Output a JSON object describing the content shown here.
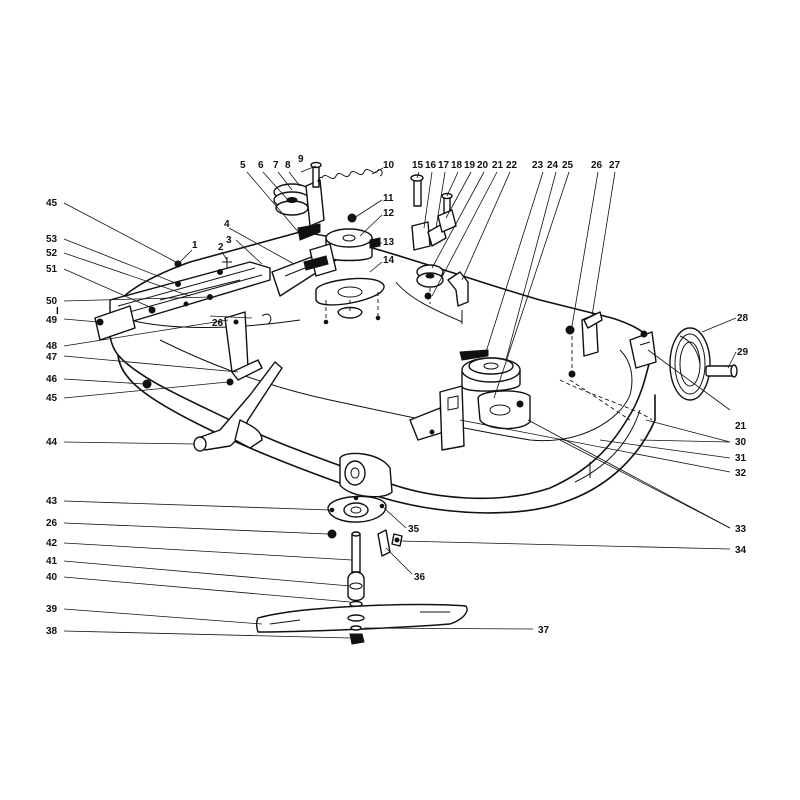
{
  "diagram": {
    "part_numbers": [
      "1",
      "2",
      "3",
      "4",
      "5",
      "6",
      "7",
      "8",
      "9",
      "10",
      "11",
      "12",
      "13",
      "14",
      "15",
      "16",
      "17",
      "18",
      "19",
      "20",
      "21",
      "22",
      "23",
      "24",
      "25",
      "26",
      "27",
      "28",
      "29",
      "30",
      "31",
      "32",
      "33",
      "34",
      "35",
      "36",
      "37",
      "38",
      "39",
      "40",
      "41",
      "42",
      "43",
      "44",
      "45",
      "46",
      "47",
      "48",
      "49",
      "50",
      "51",
      "52",
      "53"
    ]
  },
  "labels": [
    {
      "text": "1"
    },
    {
      "text": "2"
    },
    {
      "text": "3"
    },
    {
      "text": "4"
    },
    {
      "text": "5"
    },
    {
      "text": "6"
    },
    {
      "text": "7"
    },
    {
      "text": "8"
    },
    {
      "text": "9"
    },
    {
      "text": "10"
    },
    {
      "text": "11"
    },
    {
      "text": "12"
    },
    {
      "text": "13"
    },
    {
      "text": "14"
    },
    {
      "text": "15"
    },
    {
      "text": "16"
    },
    {
      "text": "17"
    },
    {
      "text": "18"
    },
    {
      "text": "19"
    },
    {
      "text": "20"
    },
    {
      "text": "21"
    },
    {
      "text": "22"
    },
    {
      "text": "23"
    },
    {
      "text": "24"
    },
    {
      "text": "25"
    },
    {
      "text": "26"
    },
    {
      "text": "27"
    },
    {
      "text": "28"
    },
    {
      "text": "29"
    },
    {
      "text": "21"
    },
    {
      "text": "30"
    },
    {
      "text": "31"
    },
    {
      "text": "32"
    },
    {
      "text": "33"
    },
    {
      "text": "34"
    },
    {
      "text": "35"
    },
    {
      "text": "36"
    },
    {
      "text": "37"
    },
    {
      "text": "45"
    },
    {
      "text": "53"
    },
    {
      "text": "52"
    },
    {
      "text": "51"
    },
    {
      "text": "50"
    },
    {
      "text": "I"
    },
    {
      "text": "49"
    },
    {
      "text": "48"
    },
    {
      "text": "47"
    },
    {
      "text": "46"
    },
    {
      "text": "45"
    },
    {
      "text": "44"
    },
    {
      "text": "26"
    },
    {
      "text": "43"
    },
    {
      "text": "26"
    },
    {
      "text": "42"
    },
    {
      "text": "41"
    },
    {
      "text": "40"
    },
    {
      "text": "39"
    },
    {
      "text": "38"
    }
  ]
}
